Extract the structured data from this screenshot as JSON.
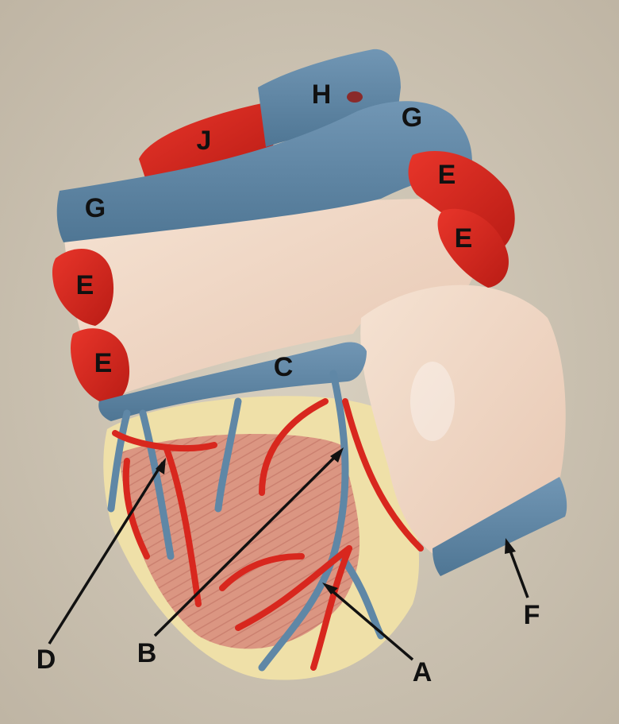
{
  "labels": {
    "A": "A",
    "B": "B",
    "C": "C",
    "D": "D",
    "E_upper_1": "E",
    "E_upper_2": "E",
    "E_left_1": "E",
    "E_left_2": "E",
    "F": "F",
    "G_right": "G",
    "G_left": "G",
    "H": "H",
    "J": "J"
  },
  "colors": {
    "background": "#cfc6b6",
    "vein_blue": "#5f87a6",
    "artery_red": "#d8271e",
    "muscle_tan": "#f0d9c4",
    "myocardium": "#d9887a",
    "fat_yellow": "#efe0a8",
    "label_text": "#111111",
    "pointer_line": "#111111"
  }
}
